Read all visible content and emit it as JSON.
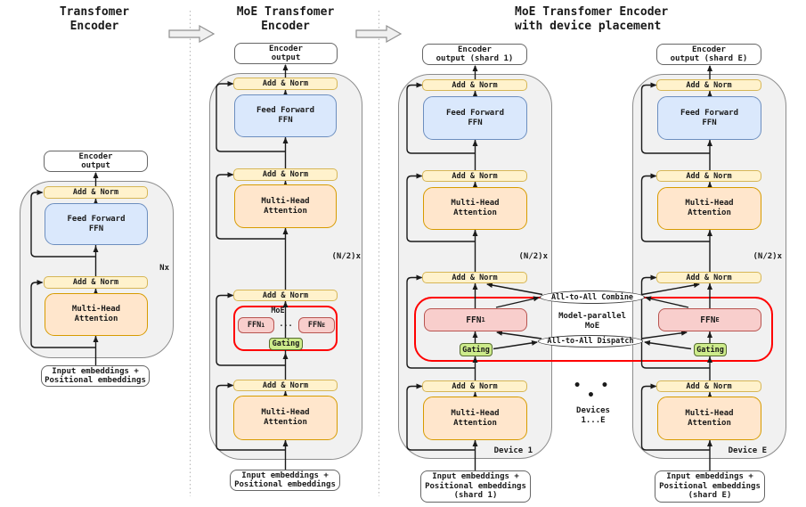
{
  "palette": {
    "yellow_fill": "#fff2cc",
    "yellow_border": "#d6b656",
    "blue_fill": "#dae8fc",
    "blue_border": "#6c8ebf",
    "orange_fill": "#ffe6cc",
    "orange_border": "#d79b00",
    "pink_fill": "#f8cecc",
    "pink_border": "#b85450",
    "green_fill": "#cdeb8b",
    "green_border": "#556b2f",
    "moe_outline": "#ff0000",
    "container_fill": "#f1f1f1"
  },
  "shared": {
    "add_norm": "Add & Norm",
    "feed_forward": "Feed Forward\nFFN",
    "multi_head": "Multi-Head\nAttention",
    "encoder_output": "Encoder\noutput",
    "input_embeddings": "Input embeddings +\nPositional embeddings",
    "ffn_base": "FFN",
    "gating": "Gating",
    "dots": "..."
  },
  "transformer": {
    "title": "Transfomer\nEncoder",
    "repeat": "Nx"
  },
  "moe": {
    "title": "MoE Transfomer\nEncoder",
    "repeat": "(N/2)x",
    "moe_label": "MoE",
    "expert1_sub": "1",
    "expertE_sub": "E"
  },
  "device_placement": {
    "title": "MoE Transfomer Encoder\nwith device placement",
    "encoder_output_shard1": "Encoder\noutput (shard 1)",
    "encoder_output_shardE": "Encoder\noutput (shard E)",
    "input_shard1": "Input embeddings +\nPositional embeddings\n(shard 1)",
    "input_shardE": "Input embeddings +\nPositional embeddings\n(shard E)",
    "combine": "All-to-All Combine",
    "dispatch": "All-to-All Dispatch",
    "model_parallel": "Model-parallel\nMoE",
    "device1": "Device 1",
    "deviceE": "Device E",
    "devices_range": "Devices\n1...E",
    "ellipsis_dots": "• • •"
  }
}
